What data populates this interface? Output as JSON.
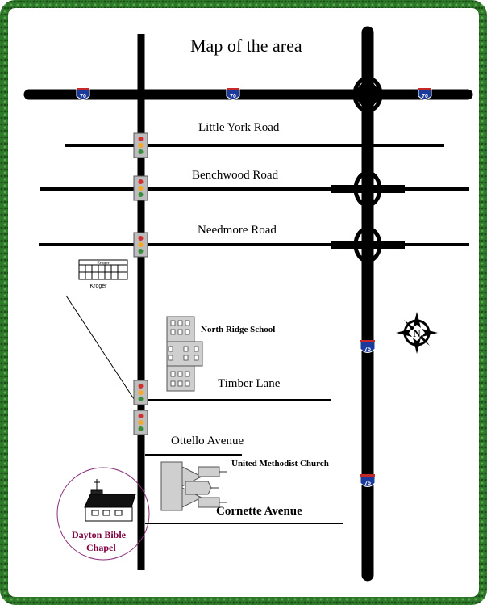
{
  "map": {
    "title": "Map of the area",
    "roads": {
      "little_york": "Little York Road",
      "benchwood": "Benchwood Road",
      "needmore": "Needmore Road",
      "timber": "Timber Lane",
      "ottello": "Ottello Avenue",
      "cornette": "Cornette Avenue"
    },
    "landmarks": {
      "kroger": "Kroger",
      "kroger_sign": "Kroger",
      "north_ridge": "North Ridge School",
      "methodist": "United Methodist Church",
      "chapel_line1": "Dayton Bible",
      "chapel_line2": "Chapel"
    },
    "interstates": {
      "i70": "70",
      "i75": "75"
    },
    "compass": {
      "north": "N"
    },
    "colors": {
      "border": "#2e7d32",
      "road": "#000000",
      "chapel_text": "#800040",
      "chapel_circle": "#8b2d7a"
    }
  }
}
